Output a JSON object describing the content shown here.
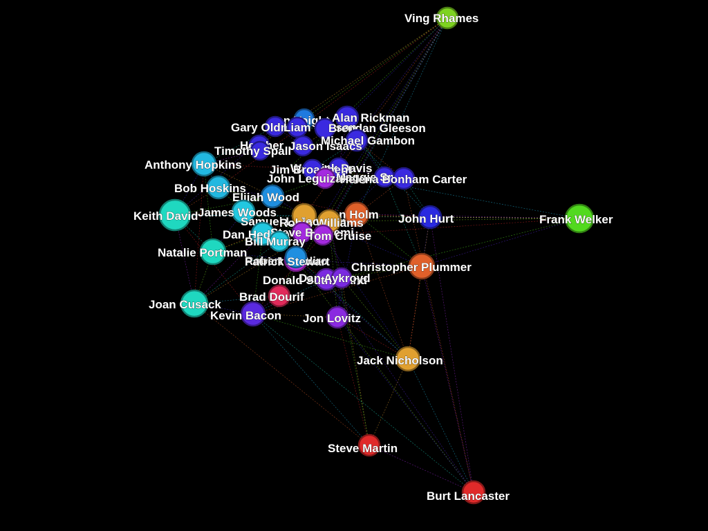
{
  "graph": {
    "nodes": [
      {
        "id": "ving_rhames",
        "label": "Ving Rhames",
        "color": "#7ed321"
      },
      {
        "id": "frank_welker",
        "label": "Frank Welker",
        "color": "#52d91f"
      },
      {
        "id": "jon_voight",
        "label": "Jon Voight",
        "color": "#1f7adf"
      },
      {
        "id": "alan_rickman",
        "label": "Alan Rickman",
        "color": "#3a2ae0"
      },
      {
        "id": "gary_oldman",
        "label": "Gary Oldman",
        "color": "#3a2ae0"
      },
      {
        "id": "liam_neeson",
        "label": "Liam Neeson",
        "color": "#3a2ae0"
      },
      {
        "id": "brendan_gleeson",
        "label": "Brendan Gleeson",
        "color": "#3a2ae0"
      },
      {
        "id": "michael_gambon",
        "label": "Michael Gambon",
        "color": "#3a2ae0"
      },
      {
        "id": "heather",
        "label": "Heather",
        "color": "#3a2ae0"
      },
      {
        "id": "jason_isaacs",
        "label": "Jason Isaacs",
        "color": "#3a2ae0"
      },
      {
        "id": "timothy_spall",
        "label": "Timothy Spall",
        "color": "#3a2ae0"
      },
      {
        "id": "anthony_hopkins",
        "label": "Anthony Hopkins",
        "color": "#22b8e0"
      },
      {
        "id": "warwick_davis",
        "label": "Warwick Davis",
        "color": "#3a2ae0"
      },
      {
        "id": "jim_broadbent",
        "label": "Jim Broadbent",
        "color": "#3a2ae0"
      },
      {
        "id": "john_leguizamo",
        "label": "John Leguizamo",
        "color": "#a42ae0"
      },
      {
        "id": "maggie_smith",
        "label": "Maggie Smith",
        "color": "#3a2ae0"
      },
      {
        "id": "helena_bonham_carter",
        "label": "Helena Bonham Carter",
        "color": "#3a2ae0"
      },
      {
        "id": "bob_hoskins",
        "label": "Bob Hoskins",
        "color": "#22b8e0"
      },
      {
        "id": "elijah_wood",
        "label": "Elijah Wood",
        "color": "#1f8fe0"
      },
      {
        "id": "keith_david",
        "label": "Keith David",
        "color": "#1fd8c0"
      },
      {
        "id": "james_woods",
        "label": "James Woods",
        "color": "#22c8e0"
      },
      {
        "id": "samuel_l_jackson",
        "label": "Samuel L. Jackson",
        "color": "#e0a030"
      },
      {
        "id": "ian_holm",
        "label": "Ian Holm",
        "color": "#e0602a"
      },
      {
        "id": "robin_williams",
        "label": "Robin Williams",
        "color": "#e0a030"
      },
      {
        "id": "john_hurt",
        "label": "John Hurt",
        "color": "#2a2ae0"
      },
      {
        "id": "dan_hedaya",
        "label": "Dan Hedaya",
        "color": "#22c8e0"
      },
      {
        "id": "steve_buscemi",
        "label": "Steve Buscemi",
        "color": "#a42ae0"
      },
      {
        "id": "tom_cruise",
        "label": "Tom Cruise",
        "color": "#a42ae0"
      },
      {
        "id": "bill_murray",
        "label": "Bill Murray",
        "color": "#22c8e0"
      },
      {
        "id": "natalie_portman",
        "label": "Natalie Portman",
        "color": "#1fd8c0"
      },
      {
        "id": "robert_de_niro",
        "label": "Robert De Niro",
        "color": "#c02ae0"
      },
      {
        "id": "patrick_stewart",
        "label": "Patrick Stewart",
        "color": "#1f8fe0"
      },
      {
        "id": "christopher_plummer",
        "label": "Christopher Plummer",
        "color": "#e0602a"
      },
      {
        "id": "donald_sutherland",
        "label": "Donald Sutherland",
        "color": "#7a2ae0"
      },
      {
        "id": "dan_aykroyd",
        "label": "Dan Aykroyd",
        "color": "#7a2ae0"
      },
      {
        "id": "brad_dourif",
        "label": "Brad Dourif",
        "color": "#e02a5a"
      },
      {
        "id": "joan_cusack",
        "label": "Joan Cusack",
        "color": "#1fd8c0"
      },
      {
        "id": "kevin_bacon",
        "label": "Kevin Bacon",
        "color": "#5a2ae0"
      },
      {
        "id": "jon_lovitz",
        "label": "Jon Lovitz",
        "color": "#8a2ae0"
      },
      {
        "id": "jack_nicholson",
        "label": "Jack Nicholson",
        "color": "#e0a030"
      },
      {
        "id": "steve_martin",
        "label": "Steve Martin",
        "color": "#e02a2a"
      },
      {
        "id": "burt_lancaster",
        "label": "Burt Lancaster",
        "color": "#e02a2a"
      }
    ]
  }
}
